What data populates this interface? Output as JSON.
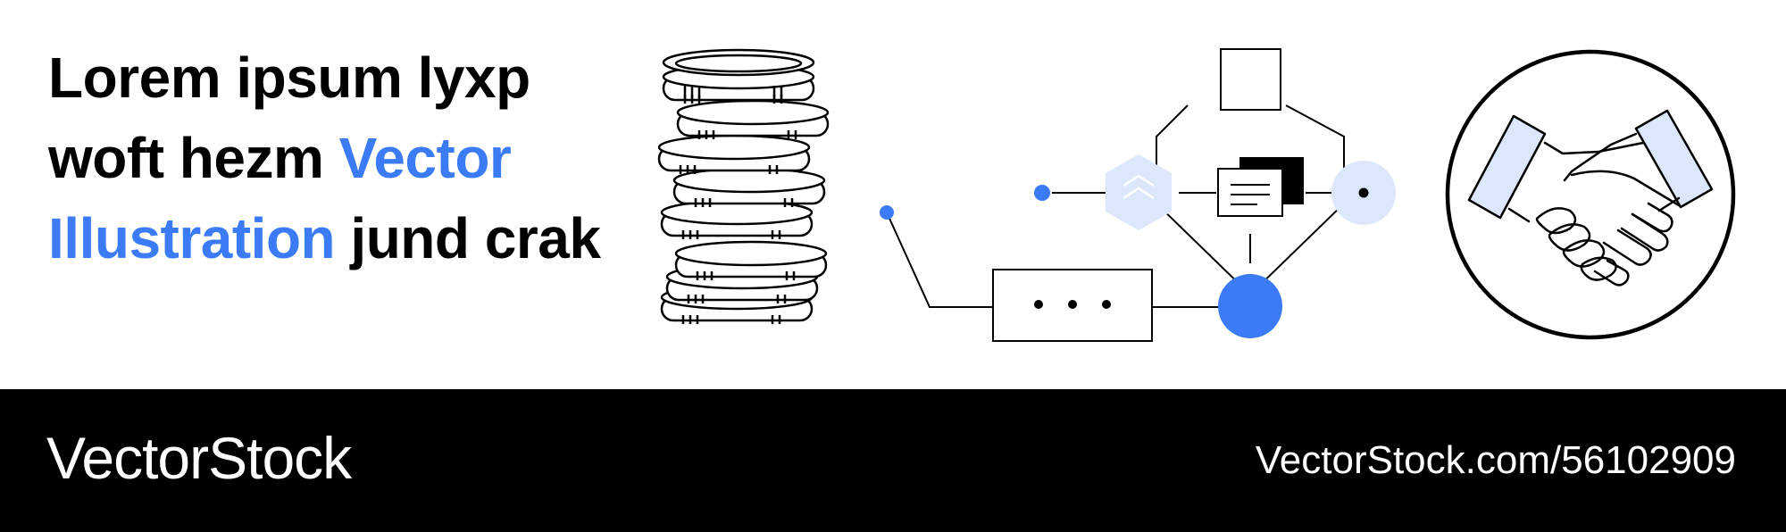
{
  "headline": {
    "part1": "Lorem ipsum lyxp woft hezm ",
    "accent": "Vector Illustration",
    "part2": " jund crak"
  },
  "footer": {
    "brand": "VectorStock",
    "url": "VectorStock.com/56102909"
  },
  "colors": {
    "accent": "#3b7bf6",
    "accent_light": "#dde7fb",
    "footer_bg": "#000000",
    "text": "#000000"
  },
  "icons": {
    "coins": "coin-stack-icon",
    "network": "network-diagram-icon",
    "handshake": "handshake-icon"
  }
}
